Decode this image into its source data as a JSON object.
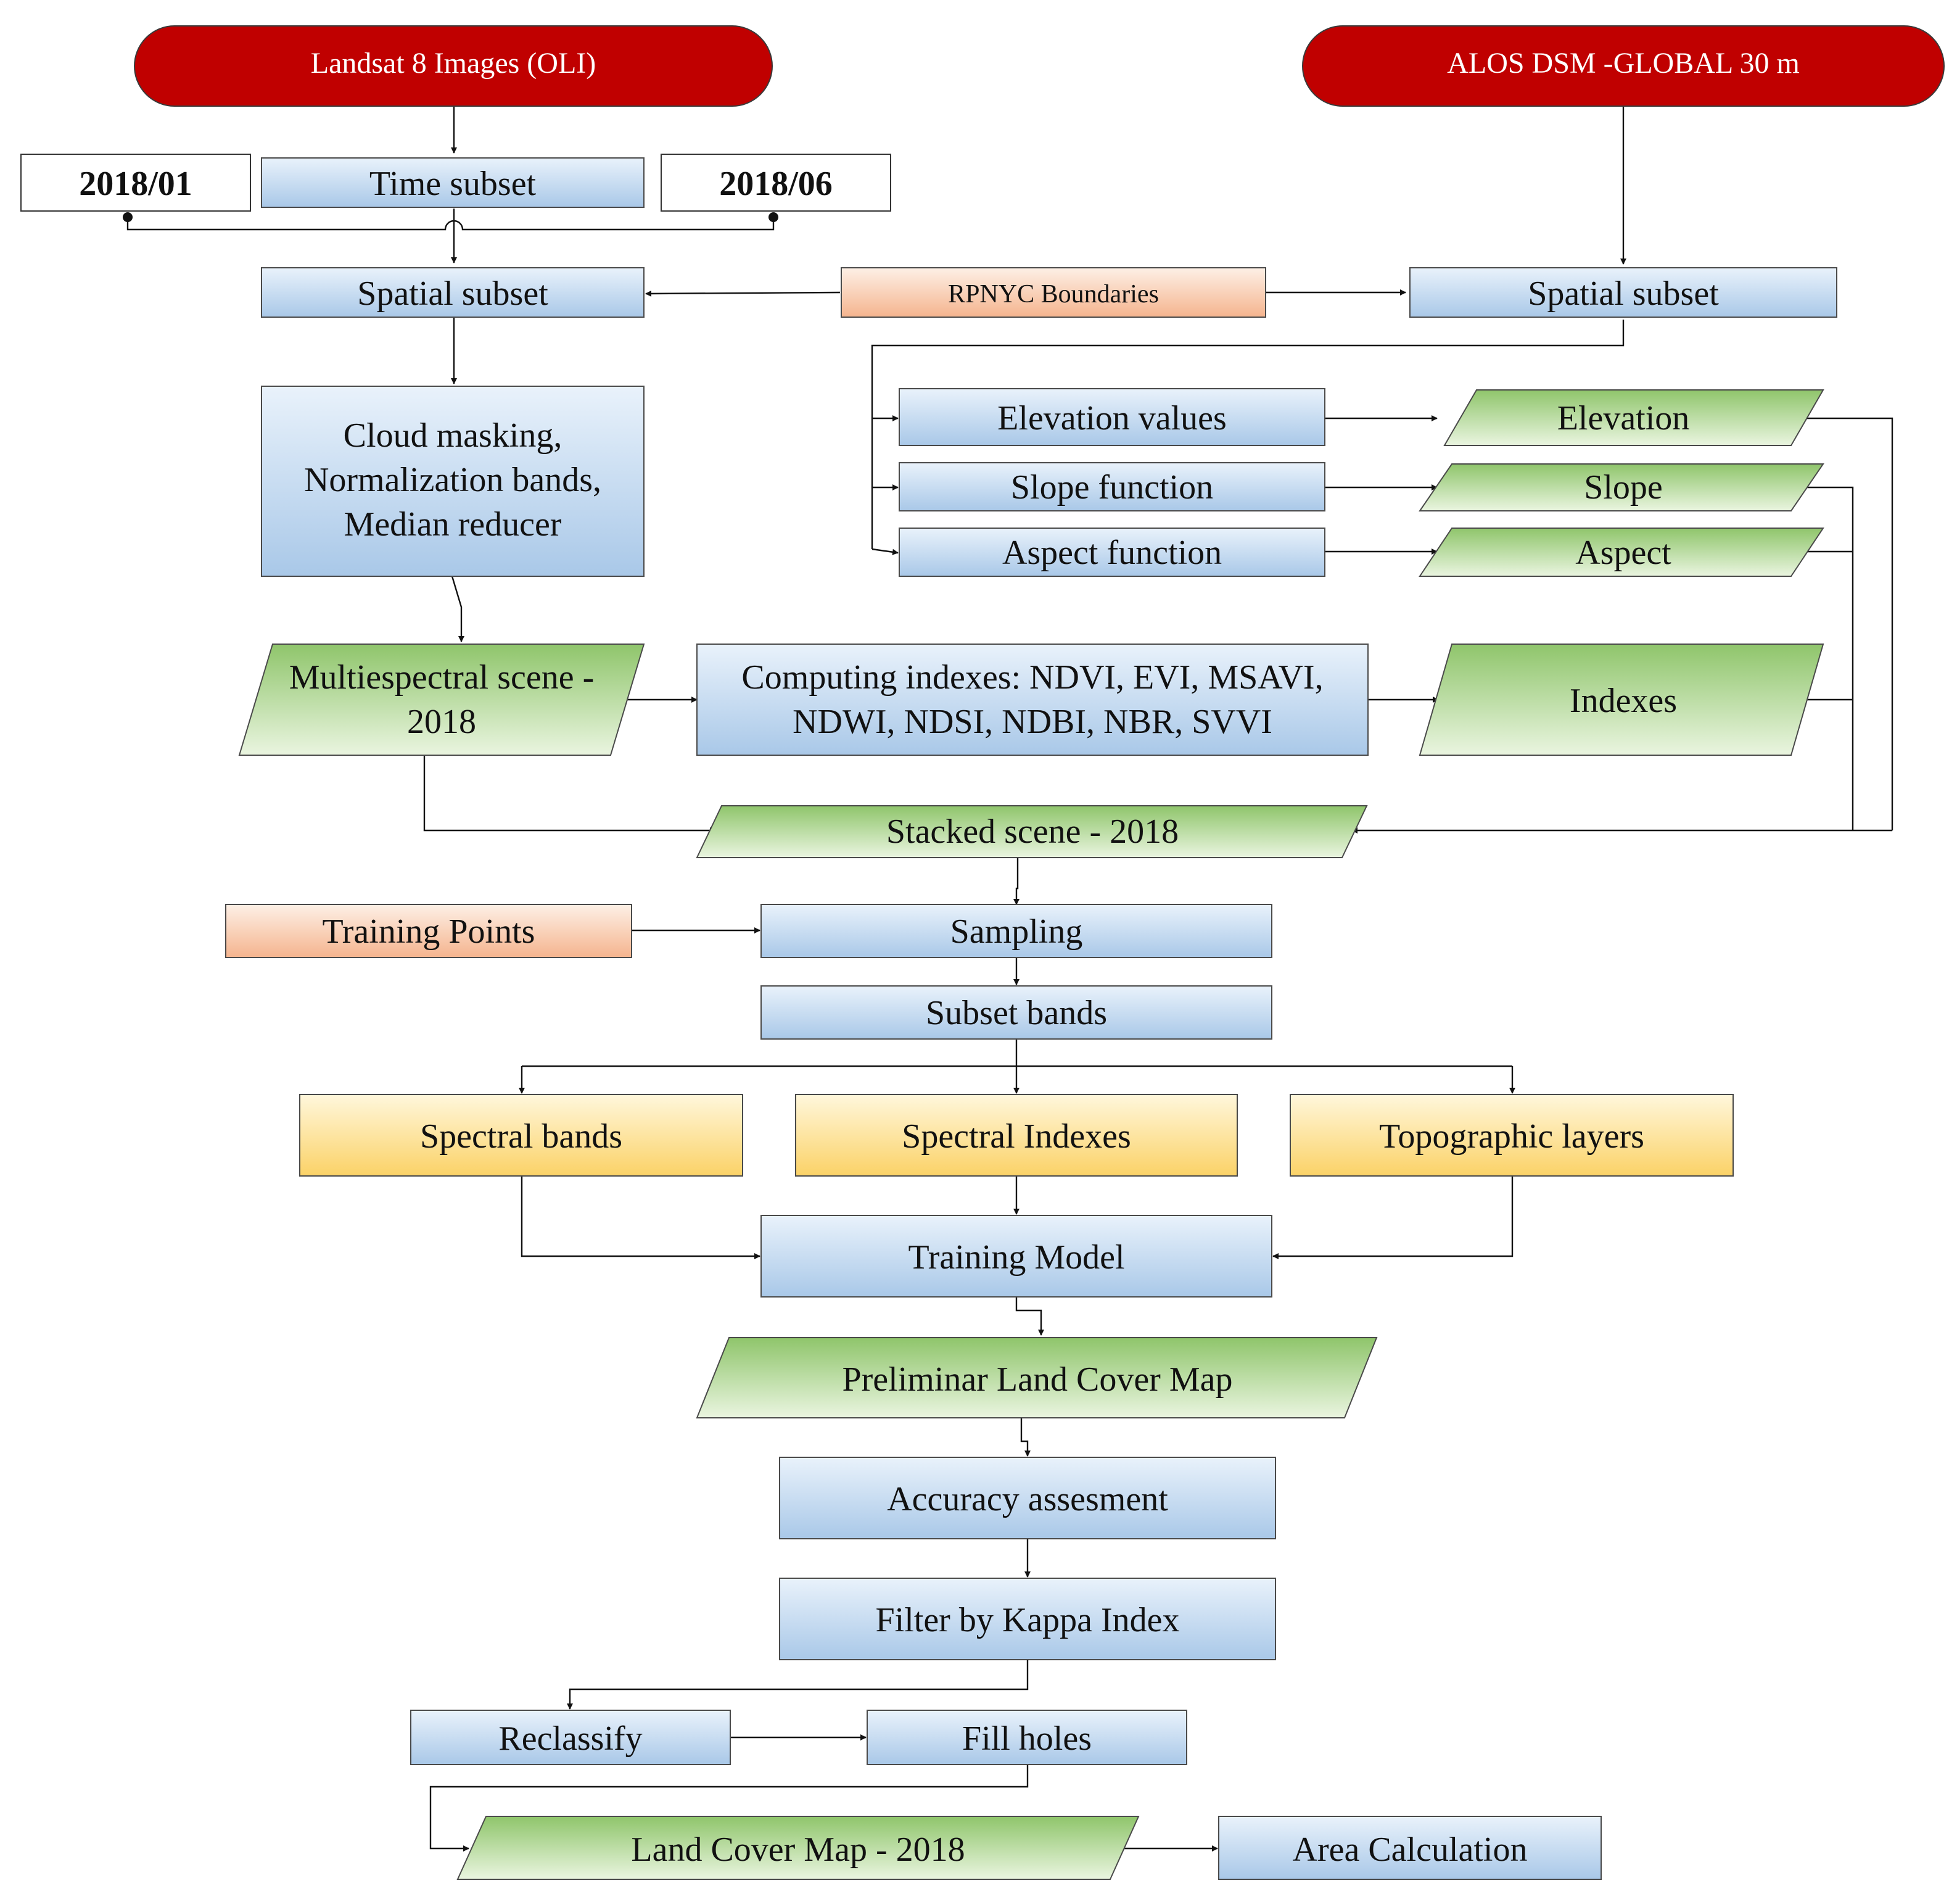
{
  "diagram": {
    "nodes": {
      "landsat": "Landsat 8 Images (OLI)",
      "alos": "ALOS DSM -GLOBAL 30 m",
      "date_start": "2018/01",
      "time_subset": "Time subset",
      "date_end": "2018/06",
      "spatial_subset_left": "Spatial subset",
      "rpnyc": "RPNYC Boundaries",
      "spatial_subset_right": "Spatial subset",
      "cloud_1": "Cloud masking,",
      "cloud_2": "Normalization bands,",
      "cloud_3": "Median reducer",
      "elev_values": "Elevation values",
      "slope_function": "Slope function",
      "aspect_function": "Aspect function",
      "elevation": "Elevation",
      "slope": "Slope",
      "aspect": "Aspect",
      "multi_1": "Multiespectral scene -",
      "multi_2": "2018",
      "computing_1": "Computing indexes: NDVI, EVI, MSAVI,",
      "computing_2": "NDWI, NDSI, NDBI, NBR, SVVI",
      "indexes": "Indexes",
      "stacked": "Stacked scene - 2018",
      "training_points": "Training Points",
      "sampling": "Sampling",
      "subset_bands": "Subset bands",
      "spectral_bands": "Spectral bands",
      "spectral_indexes": "Spectral Indexes",
      "topographic": "Topographic layers",
      "training_model": "Training Model",
      "preliminar": "Preliminar Land Cover Map",
      "accuracy": "Accuracy assesment",
      "filter_kappa": "Filter by Kappa Index",
      "reclassify": "Reclassify",
      "fill_holes": "Fill holes",
      "land_cover": "Land Cover Map - 2018",
      "area_calc": "Area Calculation"
    },
    "colors": {
      "terminal": "#c00000",
      "process_top": "#e9f2fb",
      "process_bottom": "#a9c8e8",
      "data_top": "#eaf5e0",
      "data_bottom": "#8fc56b",
      "layer_top": "#fff7dc",
      "layer_bottom": "#fbd267",
      "boundary_top": "#fdf0e6",
      "boundary_bottom": "#f5b48e"
    }
  }
}
